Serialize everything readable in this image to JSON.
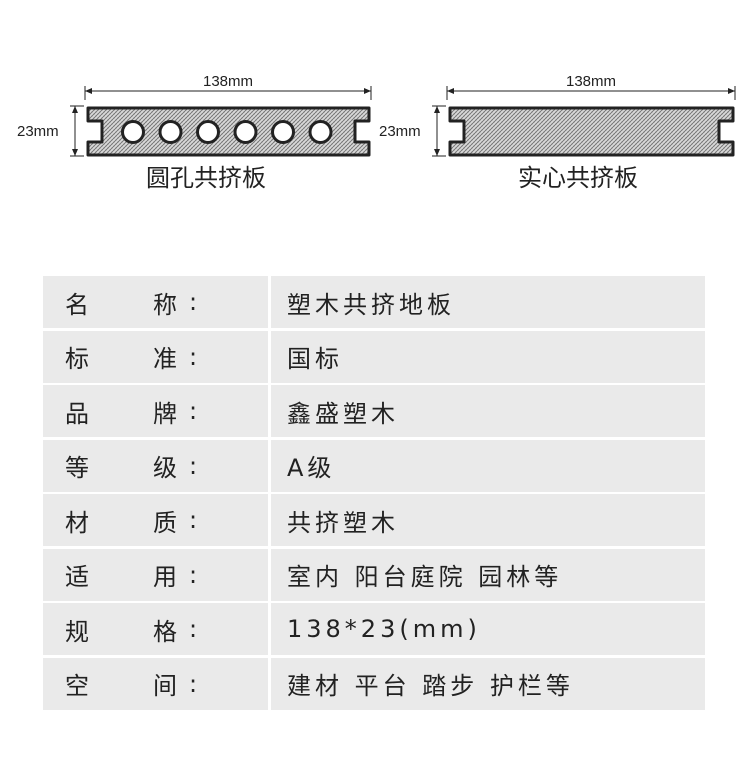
{
  "diagram": {
    "hollow": {
      "width_label": "138mm",
      "height_label": "23mm",
      "caption": "圆孔共挤板",
      "hole_count": 6
    },
    "solid": {
      "width_label": "138mm",
      "height_label": "23mm",
      "caption": "实心共挤板"
    }
  },
  "spec_rows": [
    {
      "c1": "名",
      "c2": "称",
      "colon": ":",
      "value": "塑木共挤地板"
    },
    {
      "c1": "标",
      "c2": "准",
      "colon": ":",
      "value": "国标"
    },
    {
      "c1": "品",
      "c2": "牌",
      "colon": ":",
      "value": "鑫盛塑木"
    },
    {
      "c1": "等",
      "c2": "级",
      "colon": ":",
      "value": "A级"
    },
    {
      "c1": "材",
      "c2": "质",
      "colon": ":",
      "value": "共挤塑木"
    },
    {
      "c1": "适",
      "c2": "用",
      "colon": ":",
      "value": "室内 阳台庭院 园林等"
    },
    {
      "c1": "规",
      "c2": "格",
      "colon": ":",
      "value": "138*23(mm)"
    },
    {
      "c1": "空",
      "c2": "间",
      "colon": ":",
      "value": "建材 平台 踏步 护栏等"
    }
  ],
  "colors": {
    "row_bg": "#eaeaea",
    "outline": "#222222"
  }
}
